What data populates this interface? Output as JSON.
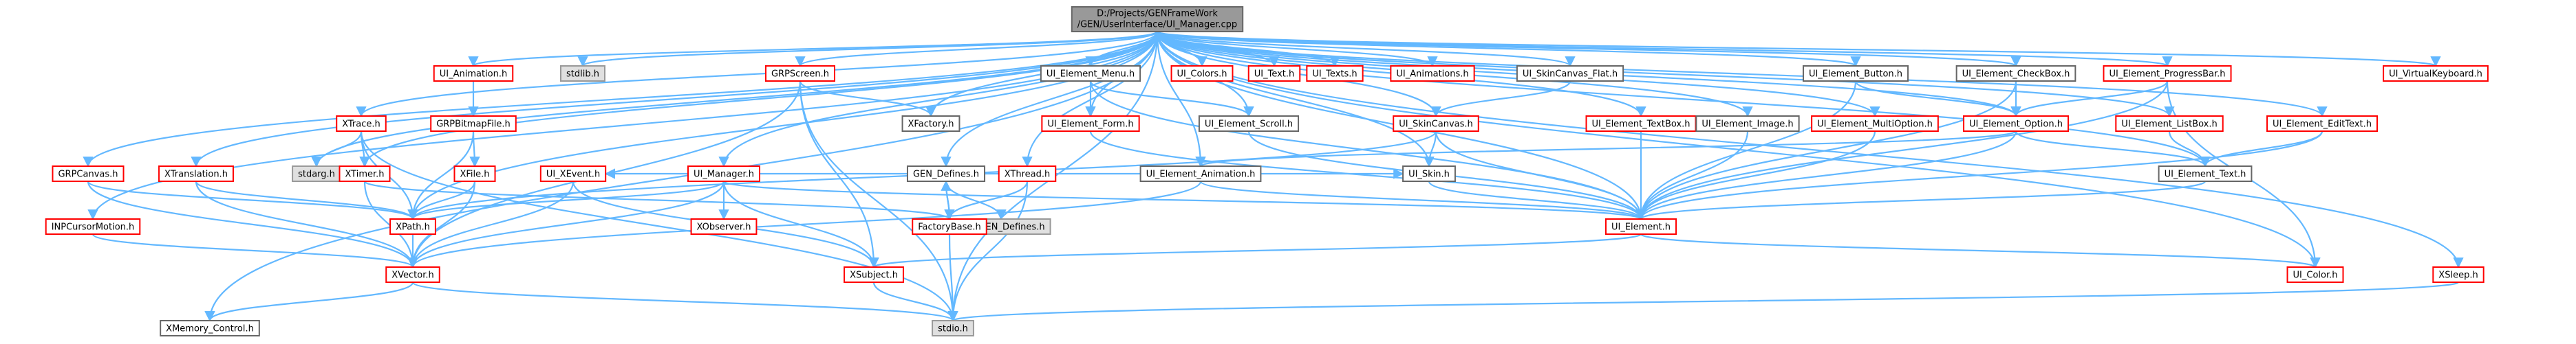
{
  "colors": {
    "root_fill": "#999999",
    "root_border": "#666666",
    "red_border": "#ff0000",
    "grey_border": "#999999",
    "black_border": "#666666",
    "grey_fill": "#e0e0e0",
    "white_fill": "#ffffff",
    "edge": "#63b8ff"
  },
  "nodes": [
    {
      "id": "root",
      "label": [
        "D:/Projects/GENFrameWork",
        "/GEN/UserInterface/UI_Manager.cpp"
      ],
      "style": "root"
    },
    {
      "id": "ui_animation",
      "label": [
        "UI_Animation.h"
      ],
      "style": "red"
    },
    {
      "id": "stdlib",
      "label": [
        "stdlib.h"
      ],
      "style": "grey"
    },
    {
      "id": "grpscreen",
      "label": [
        "GRPScreen.h"
      ],
      "style": "red"
    },
    {
      "id": "ui_element_menu",
      "label": [
        "UI_Element_Menu.h"
      ],
      "style": "black"
    },
    {
      "id": "ui_colors",
      "label": [
        "UI_Colors.h"
      ],
      "style": "red"
    },
    {
      "id": "ui_text",
      "label": [
        "UI_Text.h"
      ],
      "style": "red"
    },
    {
      "id": "ui_texts",
      "label": [
        "UI_Texts.h"
      ],
      "style": "red"
    },
    {
      "id": "ui_animations",
      "label": [
        "UI_Animations.h"
      ],
      "style": "red"
    },
    {
      "id": "ui_skincanvas_flat",
      "label": [
        "UI_SkinCanvas_Flat.h"
      ],
      "style": "black"
    },
    {
      "id": "ui_element_button",
      "label": [
        "UI_Element_Button.h"
      ],
      "style": "black"
    },
    {
      "id": "ui_element_checkbox",
      "label": [
        "UI_Element_CheckBox.h"
      ],
      "style": "black"
    },
    {
      "id": "ui_element_progressbar",
      "label": [
        "UI_Element_ProgressBar.h"
      ],
      "style": "red"
    },
    {
      "id": "ui_virtualkeyboard",
      "label": [
        "UI_VirtualKeyboard.h"
      ],
      "style": "red"
    },
    {
      "id": "xtrace",
      "label": [
        "XTrace.h"
      ],
      "style": "red"
    },
    {
      "id": "grpbitmapfile",
      "label": [
        "GRPBitmapFile.h"
      ],
      "style": "red"
    },
    {
      "id": "xfactory",
      "label": [
        "XFactory.h"
      ],
      "style": "black"
    },
    {
      "id": "ui_element_form",
      "label": [
        "UI_Element_Form.h"
      ],
      "style": "red"
    },
    {
      "id": "ui_element_scroll",
      "label": [
        "UI_Element_Scroll.h"
      ],
      "style": "black"
    },
    {
      "id": "ui_skincanvas",
      "label": [
        "UI_SkinCanvas.h"
      ],
      "style": "red"
    },
    {
      "id": "ui_element_textbox",
      "label": [
        "UI_Element_TextBox.h"
      ],
      "style": "red"
    },
    {
      "id": "ui_element_image",
      "label": [
        "UI_Element_Image.h"
      ],
      "style": "black"
    },
    {
      "id": "ui_element_multioption",
      "label": [
        "UI_Element_MultiOption.h"
      ],
      "style": "red"
    },
    {
      "id": "ui_element_option",
      "label": [
        "UI_Element_Option.h"
      ],
      "style": "red"
    },
    {
      "id": "ui_element_listbox",
      "label": [
        "UI_Element_ListBox.h"
      ],
      "style": "red"
    },
    {
      "id": "ui_element_edittext",
      "label": [
        "UI_Element_EditText.h"
      ],
      "style": "red"
    },
    {
      "id": "grpcanvas",
      "label": [
        "GRPCanvas.h"
      ],
      "style": "red"
    },
    {
      "id": "xtranslation",
      "label": [
        "XTranslation.h"
      ],
      "style": "red"
    },
    {
      "id": "stdarg",
      "label": [
        "stdarg.h"
      ],
      "style": "grey"
    },
    {
      "id": "xtimer",
      "label": [
        "XTimer.h"
      ],
      "style": "red"
    },
    {
      "id": "xfile",
      "label": [
        "XFile.h"
      ],
      "style": "red"
    },
    {
      "id": "ui_manager",
      "label": [
        "UI_Manager.h"
      ],
      "style": "red"
    },
    {
      "id": "ui_xevent",
      "label": [
        "UI_XEvent.h"
      ],
      "style": "red"
    },
    {
      "id": "xobserver",
      "label": [
        "XObserver.h"
      ],
      "style": "red"
    },
    {
      "id": "gen_defines",
      "label": [
        "GEN_Defines.h"
      ],
      "style": "black"
    },
    {
      "id": "xthread",
      "label": [
        "XThread.h"
      ],
      "style": "red"
    },
    {
      "id": "ui_element_animation",
      "label": [
        "UI_Element_Animation.h"
      ],
      "style": "black"
    },
    {
      "id": "ui_skin",
      "label": [
        "UI_Skin.h"
      ],
      "style": "black"
    },
    {
      "id": "ui_element_text",
      "label": [
        "UI_Element_Text.h"
      ],
      "style": "black"
    },
    {
      "id": "inpcursormotion",
      "label": [
        "INPCursorMotion.h"
      ],
      "style": "red"
    },
    {
      "id": "xpath",
      "label": [
        "XPath.h"
      ],
      "style": "red"
    },
    {
      "id": "app_gen_defines",
      "label": [
        "APP_GEN_Defines.h"
      ],
      "style": "grey"
    },
    {
      "id": "factorybase",
      "label": [
        "FactoryBase.h"
      ],
      "style": "red"
    },
    {
      "id": "ui_element",
      "label": [
        "UI_Element.h"
      ],
      "style": "red"
    },
    {
      "id": "xsleep",
      "label": [
        "XSleep.h"
      ],
      "style": "red"
    },
    {
      "id": "xvector",
      "label": [
        "XVector.h"
      ],
      "style": "red"
    },
    {
      "id": "xsubject",
      "label": [
        "XSubject.h"
      ],
      "style": "red"
    },
    {
      "id": "ui_color",
      "label": [
        "UI_Color.h"
      ],
      "style": "red"
    },
    {
      "id": "xmemory_control",
      "label": [
        "XMemory_Control.h"
      ],
      "style": "black"
    },
    {
      "id": "stdio",
      "label": [
        "stdio.h"
      ],
      "style": "grey"
    }
  ],
  "edges": [
    [
      "root",
      "ui_animation"
    ],
    [
      "root",
      "stdlib"
    ],
    [
      "root",
      "grpscreen"
    ],
    [
      "root",
      "ui_element_menu"
    ],
    [
      "root",
      "ui_colors"
    ],
    [
      "root",
      "ui_text"
    ],
    [
      "root",
      "ui_texts"
    ],
    [
      "root",
      "ui_animations"
    ],
    [
      "root",
      "ui_skincanvas_flat"
    ],
    [
      "root",
      "ui_element_button"
    ],
    [
      "root",
      "ui_element_checkbox"
    ],
    [
      "root",
      "ui_element_progressbar"
    ],
    [
      "root",
      "ui_virtualkeyboard"
    ],
    [
      "root",
      "xtrace"
    ],
    [
      "root",
      "xfactory"
    ],
    [
      "root",
      "ui_element_form"
    ],
    [
      "root",
      "ui_element_scroll"
    ],
    [
      "root",
      "ui_skincanvas"
    ],
    [
      "root",
      "ui_element_textbox"
    ],
    [
      "root",
      "ui_element_image"
    ],
    [
      "root",
      "ui_element_multioption"
    ],
    [
      "root",
      "ui_element_option"
    ],
    [
      "root",
      "ui_element_listbox"
    ],
    [
      "root",
      "ui_element_edittext"
    ],
    [
      "root",
      "grpcanvas"
    ],
    [
      "root",
      "xtranslation"
    ],
    [
      "root",
      "stdarg"
    ],
    [
      "root",
      "xtimer"
    ],
    [
      "root",
      "ui_manager"
    ],
    [
      "root",
      "gen_defines"
    ],
    [
      "root",
      "xthread"
    ],
    [
      "root",
      "ui_element_animation"
    ],
    [
      "root",
      "ui_skin"
    ],
    [
      "root",
      "ui_element_text"
    ],
    [
      "root",
      "inpcursormotion"
    ],
    [
      "root",
      "xpath"
    ],
    [
      "root",
      "ui_element"
    ],
    [
      "root",
      "xsleep"
    ],
    [
      "root",
      "ui_color"
    ],
    [
      "root",
      "xmemory_control"
    ],
    [
      "root",
      "stdio"
    ],
    [
      "ui_animation",
      "grpbitmapfile"
    ],
    [
      "grpbitmapfile",
      "xfile"
    ],
    [
      "grpbitmapfile",
      "xpath"
    ],
    [
      "grpscreen",
      "xfactory"
    ],
    [
      "grpscreen",
      "xvector"
    ],
    [
      "grpscreen",
      "xsubject"
    ],
    [
      "grpscreen",
      "stdio"
    ],
    [
      "ui_element_menu",
      "ui_element_form"
    ],
    [
      "ui_element_menu",
      "ui_element_scroll"
    ],
    [
      "ui_element_menu",
      "ui_element"
    ],
    [
      "ui_skincanvas_flat",
      "ui_skincanvas"
    ],
    [
      "ui_element_button",
      "ui_element_option"
    ],
    [
      "ui_element_button",
      "ui_element"
    ],
    [
      "ui_element_checkbox",
      "ui_element_option"
    ],
    [
      "ui_element_checkbox",
      "ui_element"
    ],
    [
      "ui_element_progressbar",
      "ui_element_option"
    ],
    [
      "ui_element_progressbar",
      "ui_element"
    ],
    [
      "ui_element_progressbar",
      "ui_color"
    ],
    [
      "xtrace",
      "stdarg"
    ],
    [
      "xtrace",
      "xtimer"
    ],
    [
      "xtrace",
      "xpath"
    ],
    [
      "xtrace",
      "stdio"
    ],
    [
      "ui_element_form",
      "ui_element"
    ],
    [
      "ui_element_scroll",
      "ui_element"
    ],
    [
      "ui_skincanvas",
      "ui_skin"
    ],
    [
      "ui_skincanvas",
      "ui_element"
    ],
    [
      "ui_skincanvas",
      "xpath"
    ],
    [
      "ui_element_textbox",
      "ui_element"
    ],
    [
      "ui_element_image",
      "ui_element"
    ],
    [
      "ui_element_multioption",
      "ui_element"
    ],
    [
      "ui_element_option",
      "ui_element_text"
    ],
    [
      "ui_element_option",
      "ui_element"
    ],
    [
      "ui_element_option",
      "ui_element_animation"
    ],
    [
      "ui_element_listbox",
      "ui_element_text"
    ],
    [
      "ui_element_edittext",
      "ui_element_text"
    ],
    [
      "ui_element_edittext",
      "ui_element"
    ],
    [
      "grpcanvas",
      "xpath"
    ],
    [
      "grpcanvas",
      "xvector"
    ],
    [
      "xtranslation",
      "xpath"
    ],
    [
      "xtranslation",
      "xvector"
    ],
    [
      "xtimer",
      "xvector"
    ],
    [
      "xtimer",
      "factorybase"
    ],
    [
      "xfile",
      "xpath"
    ],
    [
      "xfile",
      "xvector"
    ],
    [
      "ui_manager",
      "ui_xevent"
    ],
    [
      "ui_manager",
      "xobserver"
    ],
    [
      "ui_manager",
      "xvector"
    ],
    [
      "ui_manager",
      "xsubject"
    ],
    [
      "ui_manager",
      "ui_skin"
    ],
    [
      "ui_manager",
      "ui_element"
    ],
    [
      "ui_manager",
      "xpath"
    ],
    [
      "ui_xevent",
      "xsubject"
    ],
    [
      "ui_xevent",
      "xvector"
    ],
    [
      "gen_defines",
      "app_gen_defines"
    ],
    [
      "gen_defines",
      "factorybase"
    ],
    [
      "xthread",
      "factorybase"
    ],
    [
      "xthread",
      "stdio"
    ],
    [
      "ui_element_animation",
      "ui_element"
    ],
    [
      "ui_element_animation",
      "xvector"
    ],
    [
      "ui_skin",
      "ui_element"
    ],
    [
      "ui_element_text",
      "ui_element"
    ],
    [
      "inpcursormotion",
      "xvector"
    ],
    [
      "xpath",
      "xvector"
    ],
    [
      "factorybase",
      "gen_defines"
    ],
    [
      "factorybase",
      "stdio"
    ],
    [
      "ui_element",
      "xsubject"
    ],
    [
      "ui_element",
      "ui_color"
    ],
    [
      "xsleep",
      "stdio"
    ],
    [
      "xvector",
      "xmemory_control"
    ],
    [
      "xvector",
      "stdio"
    ],
    [
      "xsubject",
      "stdio"
    ]
  ]
}
